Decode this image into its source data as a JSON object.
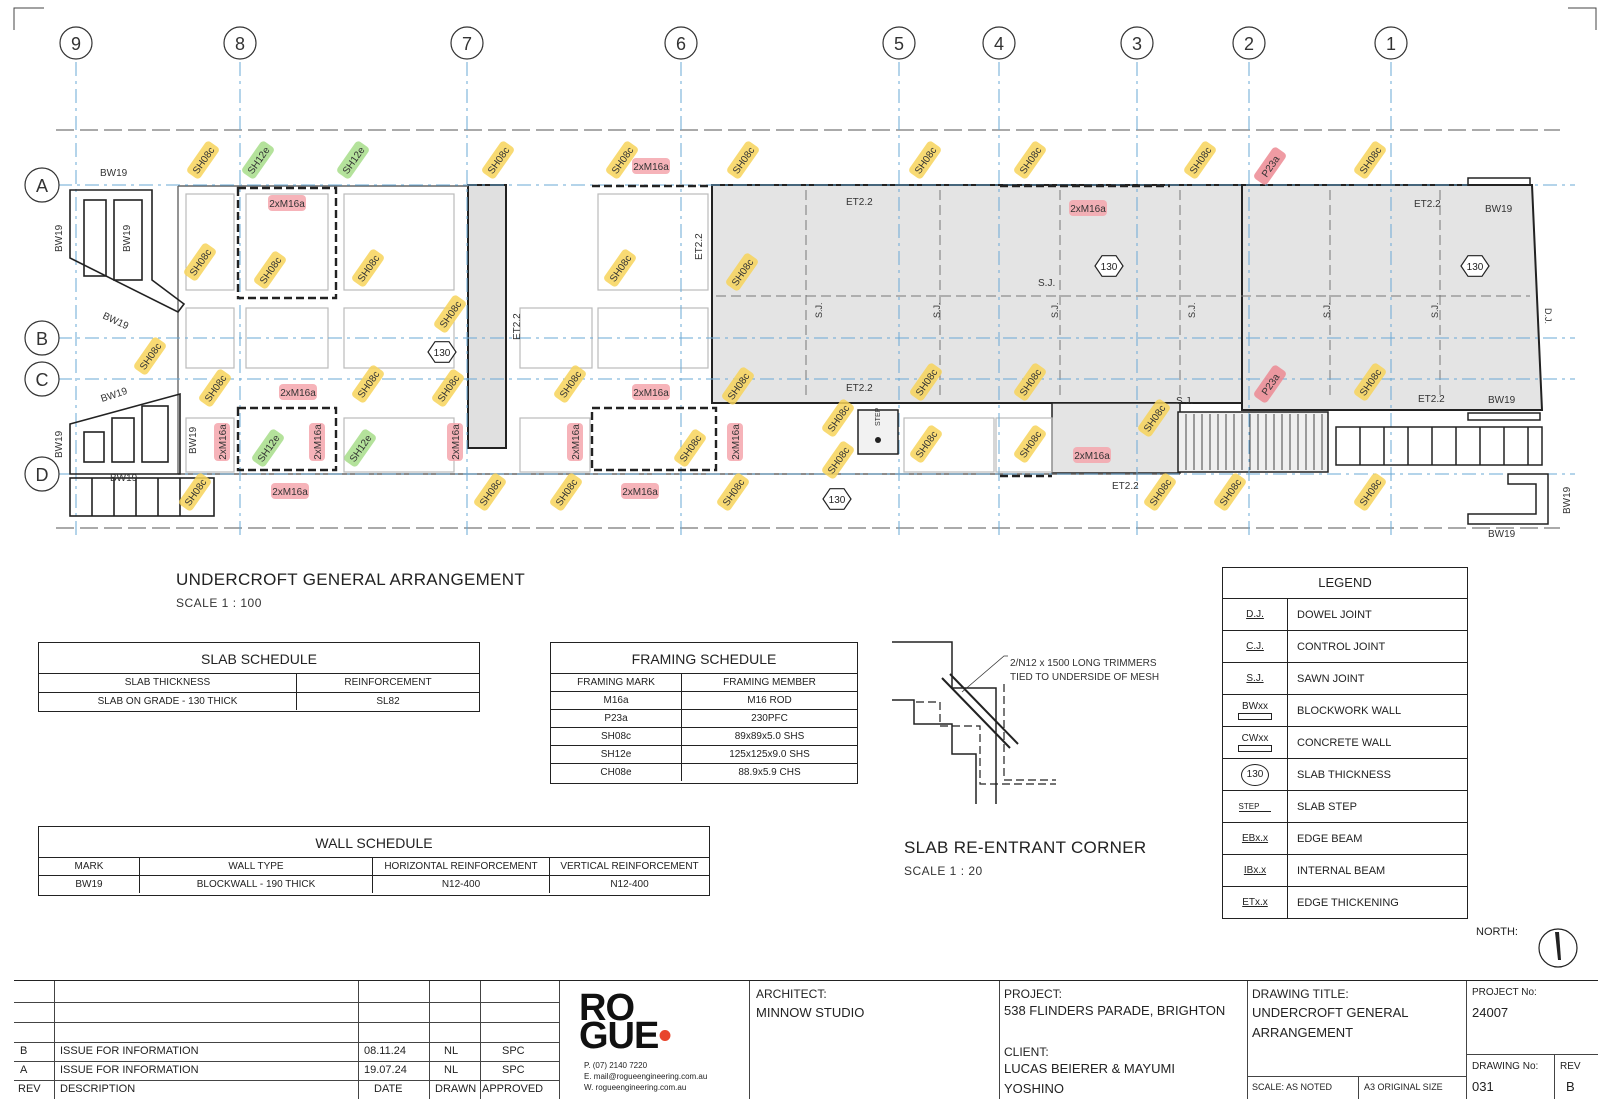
{
  "grid": {
    "columns": [
      "9",
      "8",
      "7",
      "6",
      "5",
      "4",
      "3",
      "2",
      "1"
    ],
    "rows": [
      "A",
      "B",
      "C",
      "D"
    ]
  },
  "plan_labels": {
    "bw19": "BW19",
    "sh08c": "SH08c",
    "sh12e": "SH12e",
    "m16a": "2xM16a",
    "p23a": "P23a",
    "et22": "ET2.2",
    "sj": "S.J.",
    "dj": "D.J.",
    "slab": "130",
    "step": "STEP"
  },
  "highlight_colors": {
    "sh08c": "#f7d35a",
    "sh12e": "#a7dd8a",
    "m16a": "#f4a6ad",
    "p23a": "#ec8a93"
  },
  "main_title": "UNDERCROFT GENERAL ARRANGEMENT",
  "main_scale": "SCALE  1 : 100",
  "slab_schedule": {
    "title": "SLAB SCHEDULE",
    "headers": [
      "SLAB THICKNESS",
      "REINFORCEMENT"
    ],
    "rows": [
      [
        "SLAB ON GRADE - 130 THICK",
        "SL82"
      ]
    ]
  },
  "framing_schedule": {
    "title": "FRAMING SCHEDULE",
    "headers": [
      "FRAMING MARK",
      "FRAMING MEMBER"
    ],
    "rows": [
      [
        "M16a",
        "M16 ROD"
      ],
      [
        "P23a",
        "230PFC"
      ],
      [
        "SH08c",
        "89x89x5.0 SHS"
      ],
      [
        "SH12e",
        "125x125x9.0 SHS"
      ],
      [
        "CH08e",
        "88.9x5.9 CHS"
      ]
    ]
  },
  "wall_schedule": {
    "title": "WALL SCHEDULE",
    "headers": [
      "MARK",
      "WALL TYPE",
      "HORIZONTAL REINFORCEMENT",
      "VERTICAL REINFORCEMENT"
    ],
    "rows": [
      [
        "BW19",
        "BLOCKWALL - 190 THICK",
        "N12-400",
        "N12-400"
      ]
    ]
  },
  "corner_detail": {
    "note_line1": "2/N12 x 1500 LONG TRIMMERS",
    "note_line2": "TIED TO UNDERSIDE OF MESH",
    "title": "SLAB RE-ENTRANT CORNER",
    "scale": "SCALE  1 : 20"
  },
  "legend": {
    "title": "LEGEND",
    "items": [
      {
        "sym": "D.J.",
        "desc": "DOWEL JOINT"
      },
      {
        "sym": "C.J.",
        "desc": "CONTROL  JOINT"
      },
      {
        "sym": "S.J.",
        "desc": "SAWN JOINT"
      },
      {
        "sym": "BWxx",
        "desc": "BLOCKWORK WALL"
      },
      {
        "sym": "CWxx",
        "desc": "CONCRETE WALL"
      },
      {
        "sym": "130",
        "desc": "SLAB THICKNESS"
      },
      {
        "sym": "STEP",
        "desc": "SLAB STEP"
      },
      {
        "sym": "EBx.x",
        "desc": "EDGE BEAM"
      },
      {
        "sym": "IBx.x",
        "desc": "INTERNAL BEAM"
      },
      {
        "sym": "ETx.x",
        "desc": "EDGE THICKENING"
      }
    ]
  },
  "north_label": "NORTH:",
  "title_block": {
    "revisions": [
      {
        "rev": "B",
        "desc": "ISSUE FOR INFORMATION",
        "date": "08.11.24",
        "drawn": "NL",
        "approved": "SPC"
      },
      {
        "rev": "A",
        "desc": "ISSUE FOR INFORMATION",
        "date": "19.07.24",
        "drawn": "NL",
        "approved": "SPC"
      }
    ],
    "rev_headers": {
      "rev": "REV",
      "desc": "DESCRIPTION",
      "date": "DATE",
      "drawn": "DRAWN",
      "approved": "APPROVED"
    },
    "logo_top": "RO",
    "logo_bottom": "GUE",
    "phone": "P. (07) 2140 7220",
    "email": "E. mail@rogueengineering.com.au",
    "web": "W. rogueengineering.com.au",
    "architect_label": "ARCHITECT:",
    "architect": "MINNOW STUDIO",
    "project_label": "PROJECT:",
    "project": "538 FLINDERS PARADE, BRIGHTON",
    "client_label": "CLIENT:",
    "client_line1": "LUCAS BEIERER & MAYUMI",
    "client_line2": "YOSHINO",
    "drawing_title_label": "DRAWING TITLE:",
    "drawing_title_line1": "UNDERCROFT GENERAL",
    "drawing_title_line2": "ARRANGEMENT",
    "scale": "SCALE: AS NOTED",
    "size": "A3 ORIGINAL SIZE",
    "project_no_label": "PROJECT No:",
    "project_no": "24007",
    "drawing_no_label": "DRAWING No:",
    "drawing_no": "031",
    "rev_label": "REV",
    "rev": "B"
  }
}
